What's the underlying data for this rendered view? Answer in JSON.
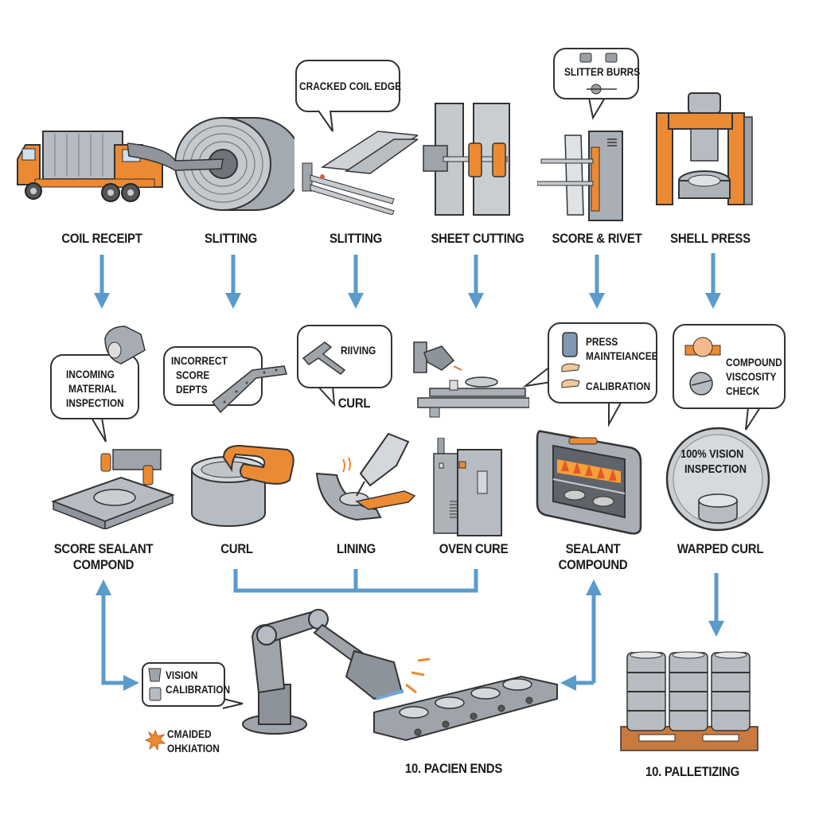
{
  "diagram": {
    "theme_colors": {
      "arrow": "#5a9bcc",
      "steel": "#b7bcc2",
      "steel_dark": "#7d848c",
      "accent_orange": "#ec8a33",
      "outline": "#333333",
      "pallet": "#c97a3f"
    },
    "row1": {
      "steps": [
        {
          "label": "COIL RECEIPT",
          "icon": "truck-icon"
        },
        {
          "label": "SLITTING",
          "icon": "steel-coil-icon"
        },
        {
          "label": "SLITTING",
          "icon": "slit-strips-icon"
        },
        {
          "label": "SHEET CUTTING",
          "icon": "sheet-cutter-icon"
        },
        {
          "label": "SCORE & RIVET",
          "icon": "rivet-machine-icon"
        },
        {
          "label": "SHELL PRESS",
          "icon": "shell-press-icon"
        }
      ],
      "callouts": [
        {
          "text": "CRACKED COIL EDGE",
          "attached_to": "SLITTING"
        },
        {
          "text": "SLITTER BURRS",
          "attached_to": "SCORE & RIVET"
        }
      ]
    },
    "row2": {
      "steps": [
        {
          "label_line1": "SCORE SEALANT",
          "label_line2": "COMPOND",
          "icon": "score-die-icon"
        },
        {
          "label": "CURL",
          "icon": "curl-tool-icon"
        },
        {
          "label": "LINING",
          "icon": "lining-nozzle-icon"
        },
        {
          "label": "OVEN CURE",
          "icon": "oven-icon"
        },
        {
          "label_line1": "SEALANT",
          "label_line2": "COMPOUND",
          "icon": "curing-oven-icon"
        },
        {
          "label": "WARPED CURL",
          "icon": "vision-inspection-icon"
        }
      ],
      "callouts": [
        {
          "lines": [
            "INCOMING",
            "MATERIAL",
            "INSPECTION"
          ]
        },
        {
          "lines": [
            "INCORRECT",
            "SCORE",
            "DEPTS"
          ]
        },
        {
          "lines": [
            "RIIVING"
          ],
          "below": "CURL"
        },
        {
          "lines": [
            "PRESS",
            "MAINTEIANCEE",
            "CALIBRATION"
          ]
        },
        {
          "lines": [
            "COMPOUND",
            "VISCOSITY",
            "CHECK"
          ]
        },
        {
          "lines": [
            "100% VISION",
            "INSPECTION"
          ],
          "inside_circle": true
        }
      ]
    },
    "row3": {
      "steps": [
        {
          "label": "10. PACIEN ENDS",
          "icon": "robot-arm-conveyor-icon"
        },
        {
          "label": "10. PALLETIZING",
          "icon": "pallet-cans-icon"
        }
      ],
      "callouts": [
        {
          "lines": [
            "VISION",
            "CALIBRATION"
          ]
        },
        {
          "lines": [
            "CMAIDED",
            "OHKIATION"
          ],
          "icon": "warning-burst-icon"
        }
      ]
    }
  }
}
